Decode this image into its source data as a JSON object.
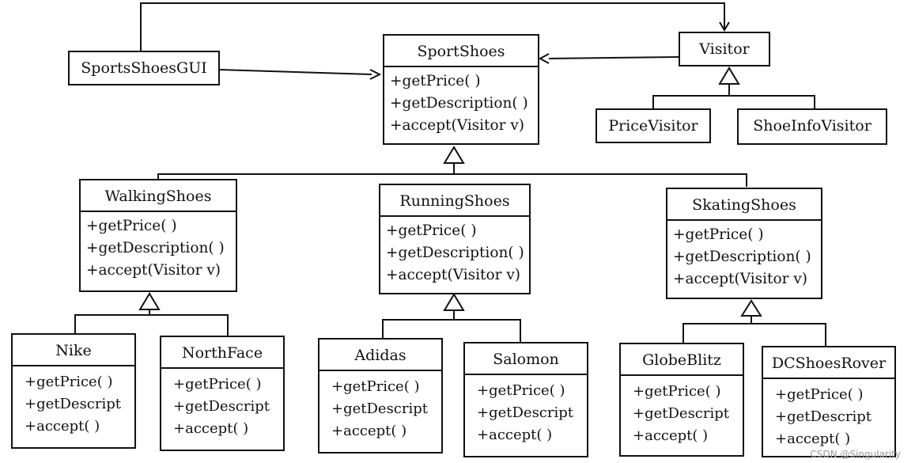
{
  "diagram": {
    "classes": {
      "sportsshoesgui": {
        "name": "SportsShoesGUI"
      },
      "sportshoes": {
        "name": "SportShoes",
        "ops": [
          "+getPrice( )",
          "+getDescription( )",
          "+accept(Visitor v)"
        ]
      },
      "visitor": {
        "name": "Visitor"
      },
      "pricevisitor": {
        "name": "PriceVisitor"
      },
      "shoeinfovisitor": {
        "name": "ShoeInfoVisitor"
      },
      "walkingshoes": {
        "name": "WalkingShoes",
        "ops": [
          "+getPrice( )",
          "+getDescription( )",
          "+accept(Visitor v)"
        ]
      },
      "runningshoes": {
        "name": "RunningShoes",
        "ops": [
          "+getPrice( )",
          "+getDescription( )",
          "+accept(Visitor v)"
        ]
      },
      "skatingshoes": {
        "name": "SkatingShoes",
        "ops": [
          "+getPrice( )",
          "+getDescription( )",
          "+accept(Visitor v)"
        ]
      },
      "nike": {
        "name": "Nike",
        "ops": [
          "+getPrice( )",
          "+getDescript",
          "+accept( )"
        ]
      },
      "northface": {
        "name": "NorthFace",
        "ops": [
          "+getPrice( )",
          "+getDescript",
          "+accept( )"
        ]
      },
      "adidas": {
        "name": "Adidas",
        "ops": [
          "+getPrice( )",
          "+getDescript",
          "+accept( )"
        ]
      },
      "salomon": {
        "name": "Salomon",
        "ops": [
          "+getPrice( )",
          "+getDescript",
          "+accept( )"
        ]
      },
      "globeblitz": {
        "name": "GlobeBlitz",
        "ops": [
          "+getPrice( )",
          "+getDescript",
          "+accept( )"
        ]
      },
      "dcshoesrover": {
        "name": "DCShoesRover",
        "ops": [
          "+getPrice( )",
          "+getDescript",
          "+accept( )"
        ]
      }
    },
    "watermark": "CSDN @Singularity"
  }
}
